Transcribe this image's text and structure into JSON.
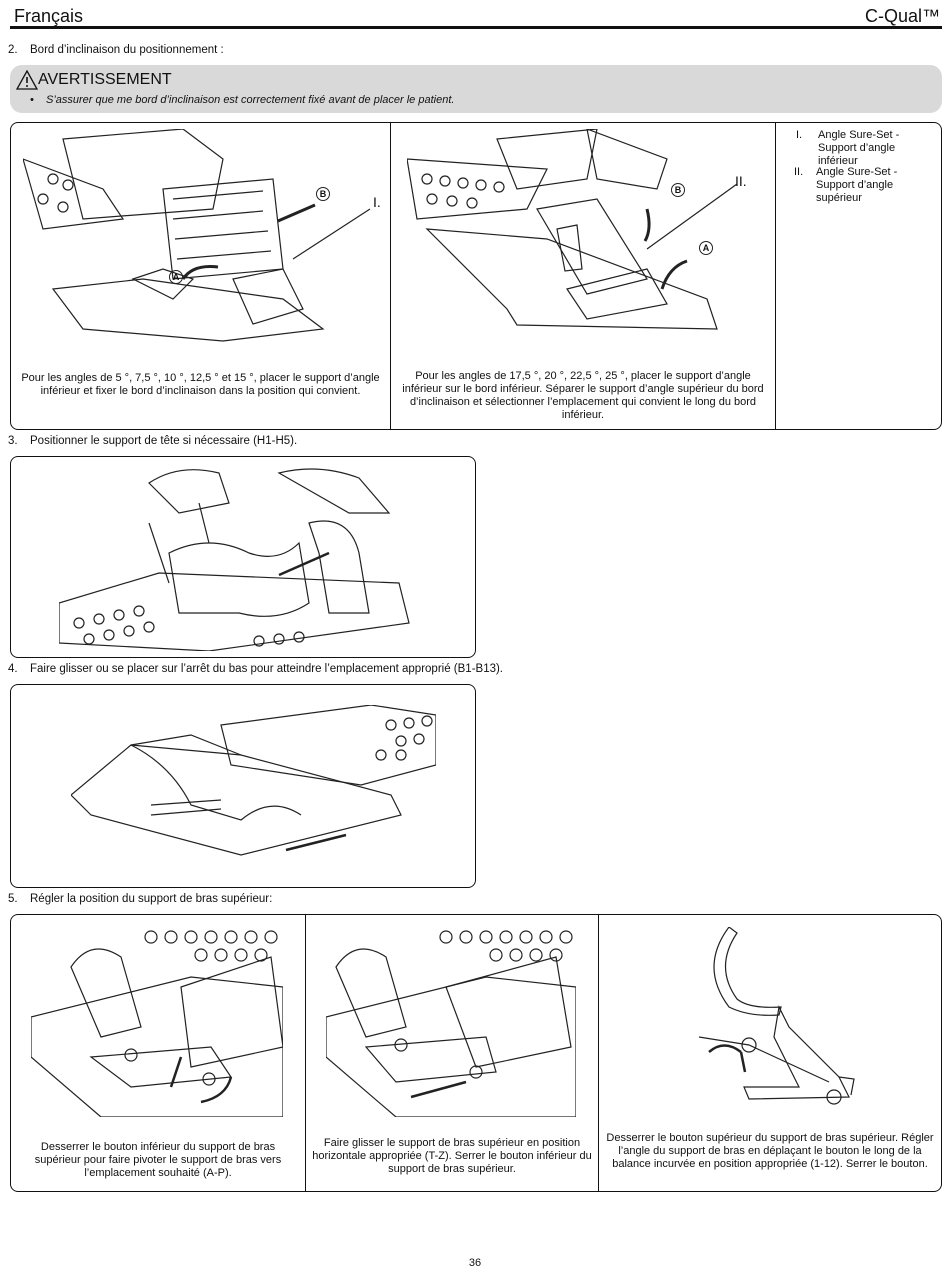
{
  "header": {
    "language": "Français",
    "brand": "C-Qual™"
  },
  "steps": [
    {
      "number": "2.",
      "text": "Bord d’inclinaison du positionnement :"
    },
    {
      "number": "3.",
      "text": "Positionner le support de tête si nécessaire (H1-H5)."
    },
    {
      "number": "4.",
      "text": "Faire glisser ou se placer sur l’arrêt du bas pour atteindre l’emplacement approprié (B1-B13)."
    },
    {
      "number": "5.",
      "text": "Régler la position du support de bras supérieur:"
    }
  ],
  "warning": {
    "title": "AVERTISSEMENT",
    "bullet": "S’assurer que me bord d’inclinaison est correctement fixé avant de placer le patient."
  },
  "incline_panel": {
    "left_caption": "Pour les angles de 5 °, 7,5 °, 10 °, 12,5 ° et 15 °, placer le support d’angle inférieur et fixer le bord d’inclinaison dans la position qui convient.",
    "middle_caption": "Pour les angles de 17,5 °, 20 °, 22,5 °, 25 °, placer le support d’angle inférieur sur le bord inférieur. Séparer le support d’angle supérieur du bord d’inclinaison et sélectionner l’emplacement qui convient le long du bord inférieur.",
    "left_callouts": {
      "roman": "I.",
      "a": "A",
      "b": "B"
    },
    "middle_callouts": {
      "roman": "II.",
      "a": "A",
      "b": "B"
    },
    "legend": [
      {
        "roman": "I.",
        "text": "Angle Sure-Set - Support d’angle inférieur"
      },
      {
        "roman": "II.",
        "text": "Angle Sure-Set - Support d’angle supérieur"
      }
    ]
  },
  "arm_panel": {
    "captions": [
      "Desserrer le bouton inférieur du support de bras supérieur pour faire pivoter le support de bras vers l’emplacement souhaité (A-P).",
      "Faire glisser le support de bras supérieur en position horizontale appropriée (T-Z). Serrer le bouton inférieur du support de bras supérieur.",
      "Desserrer le bouton supérieur du support de bras supérieur. Régler l’angle du support de bras en déplaçant le bouton le long de la balance incurvée en position appropriée (1-12). Serrer le bouton."
    ]
  },
  "page_number": "36"
}
